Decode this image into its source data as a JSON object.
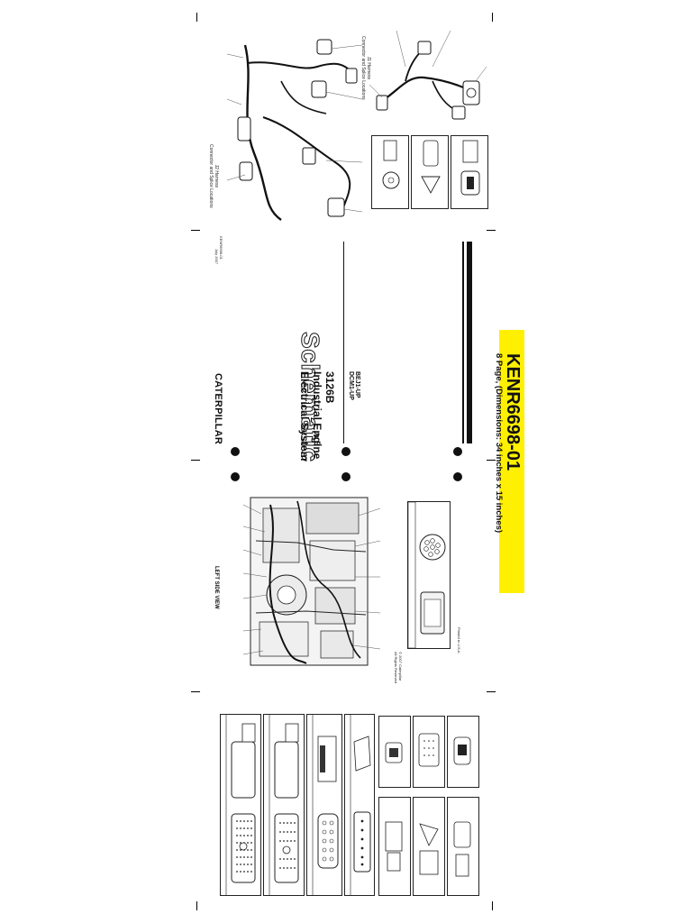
{
  "document": {
    "brand": "CATERPILLAR",
    "title": "Schematic",
    "model": "3126B",
    "system_line1": "Industrial Engine",
    "system_line2": "Electrical System",
    "serials": [
      "BEJ1-UP",
      "DCM1-UP"
    ],
    "media_number": "KENR6698-01",
    "date": "July 2007",
    "printed": "Printed in U.S.A.",
    "copyright": [
      "© 2007 Caterpillar",
      "All Rights Reserved"
    ]
  },
  "banner": {
    "code": "KENR6698-01",
    "subtitle": "8 Page, (Dimensions: 34 inches x 15 inches)",
    "color": "#ffef00"
  },
  "engine_view": {
    "title": "LEFT SIDE VIEW"
  },
  "harness_views": [
    {
      "title": "J2 Harness",
      "subtitle": "Connector and Splice Locations"
    },
    {
      "title": "J1 Harness",
      "subtitle": "Connector and Splice Locations"
    }
  ]
}
